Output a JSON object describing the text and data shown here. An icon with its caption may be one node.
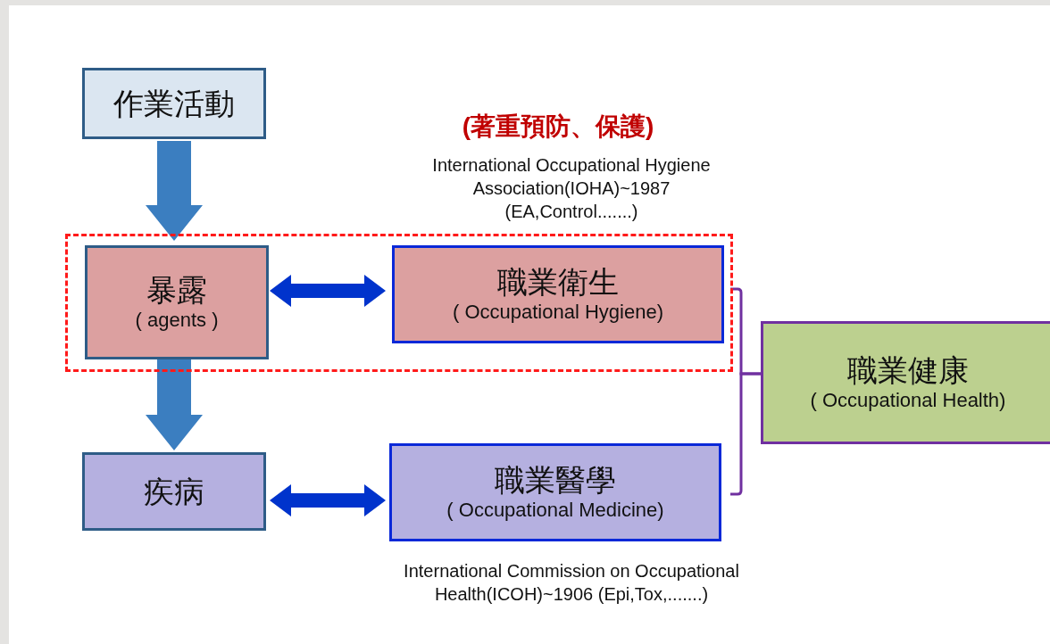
{
  "diagram": {
    "nodes": [
      {
        "text": [
          "作業活動"
        ]
      },
      {
        "text": [],
        "shape": "box"
      },
      {
        "text": [
          "暴露",
          "( agents )"
        ],
        "in": 1
      },
      {
        "text": [
          "職業衛生",
          "( Occupational Hygiene)"
        ],
        "in": 1,
        "beside": [
          "International Occupational Hygiene Association(IOHA)~1987 (EA,Control.......)"
        ]
      },
      {
        "text": [
          "疾病"
        ]
      },
      {
        "text": [
          "職業醫學",
          "( Occupational Medicine)"
        ],
        "beside": [
          "International Commission on Occupational Health(ICOH)~1906 (Epi,Tox,.......)"
        ]
      },
      {
        "text": [
          "職業健康",
          "( Occupational Health)"
        ]
      }
    ],
    "edges": [
      {
        "from": 0,
        "to": 2,
        "arrow": "to",
        "style": "thick",
        "color": "#3b7ec0"
      },
      {
        "from": 2,
        "to": 4,
        "arrow": "to",
        "style": "thick",
        "color": "#3b7ec0"
      },
      {
        "from": 2,
        "to": 3,
        "arrow": "both",
        "style": "thick",
        "color": "#0033cc"
      },
      {
        "from": 4,
        "to": 5,
        "arrow": "both",
        "style": "thick",
        "color": "#0033cc"
      },
      {
        "from": 3,
        "to": 6,
        "arrow": "none",
        "color": "#7030a0"
      },
      {
        "from": 5,
        "to": 6,
        "arrow": "none",
        "color": "#7030a0"
      }
    ],
    "labels": [
      "(著重預防、保護)"
    ]
  }
}
